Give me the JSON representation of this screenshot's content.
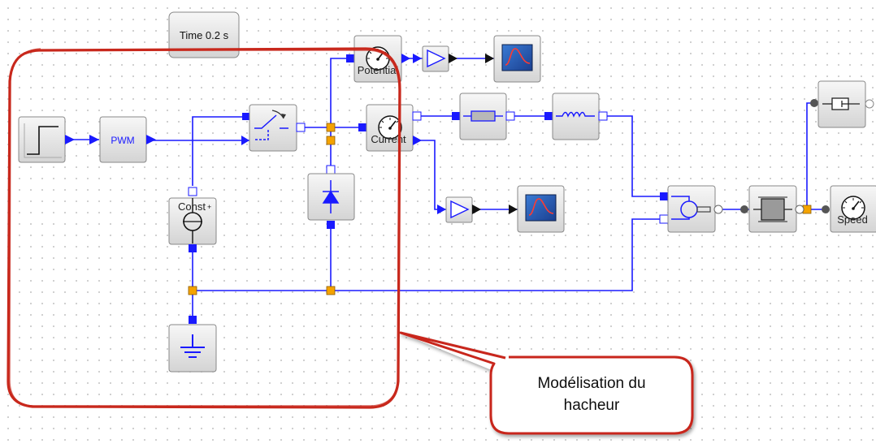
{
  "time_block": {
    "label": "Time 0.2 s"
  },
  "blocks": {
    "pwm": "PWM",
    "potential_sensor": "Potential",
    "current_sensor": "Current",
    "constant_voltage": "Const",
    "speed_sensor": "Speed"
  },
  "annotation": {
    "line1": "Modélisation du",
    "line2": "hacheur"
  },
  "colors": {
    "wire": "#1a1aff",
    "port": "#1a1aff",
    "node": "#f4a300",
    "annotation_border": "#c8281c",
    "block_fill": "#e6e6e6"
  }
}
